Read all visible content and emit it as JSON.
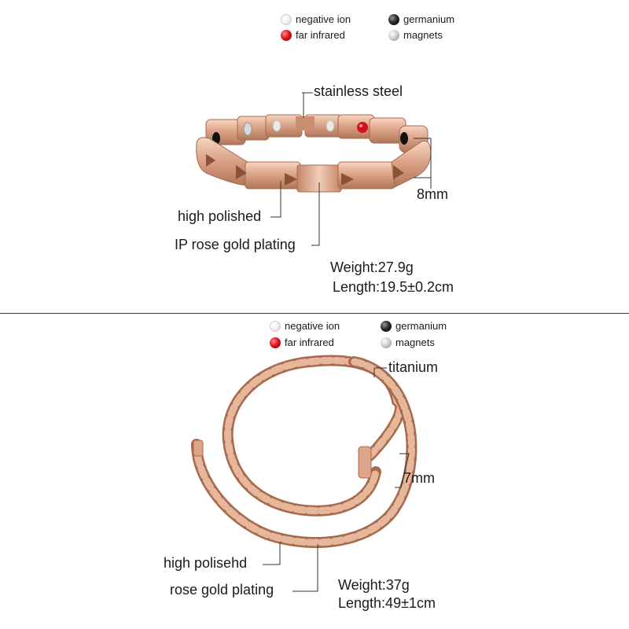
{
  "bracelet_section": {
    "legend": {
      "negative_ion": "negative ion",
      "germanium": "germanium",
      "far_infrared": "far infrared",
      "magnets": "magnets"
    },
    "labels": {
      "stainless_steel": "stainless steel",
      "width": "8mm",
      "high_polished": "high polished",
      "plating": "IP rose gold plating"
    },
    "specs": {
      "weight": "Weight:27.9g",
      "length": "Length:19.5±0.2cm"
    }
  },
  "necklace_section": {
    "legend": {
      "negative_ion": "negative ion",
      "germanium": "germanium",
      "far_infrared": "far infrared",
      "magnets": "magnets"
    },
    "labels": {
      "titanium": "titanium",
      "width": "7mm",
      "high_polished": "high polisehd",
      "plating": "rose gold plating"
    },
    "specs": {
      "weight": "Weight:37g",
      "length": "Length:49±1cm"
    }
  },
  "colors": {
    "rose_gold": "#d9a184",
    "rose_gold_dark": "#a86a4c",
    "rose_gold_light": "#f5d3bf",
    "far_infrared_stone": "#d3101c",
    "germanium_stone": "#111111",
    "magnet_stone": "#c8c8c8",
    "line": "#333333"
  }
}
